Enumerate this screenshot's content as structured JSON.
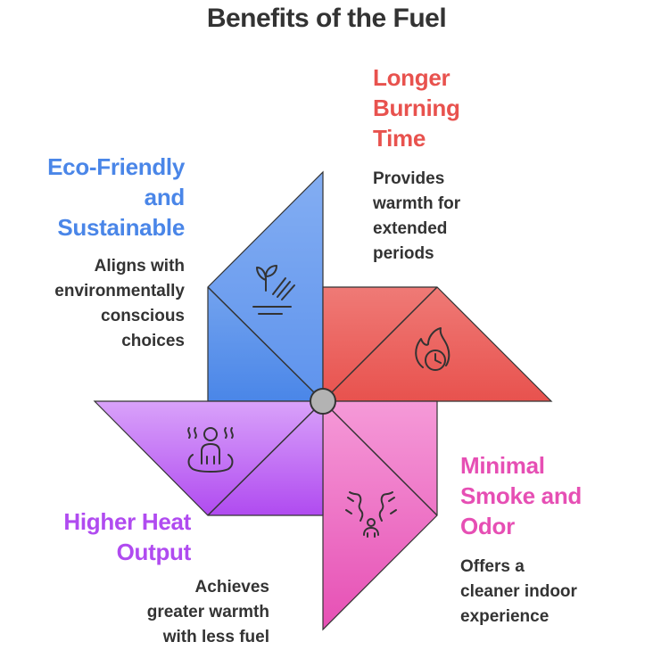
{
  "title": "Benefits of the Fuel",
  "colors": {
    "blue": "#4a86e8",
    "red": "#e8524e",
    "pink": "#e64fb4",
    "purple": "#b04bf0",
    "hub": "#b3b3b3",
    "text": "#333333"
  },
  "benefits": [
    {
      "heading": "Eco-Friendly\nand\nSustainable",
      "description": "Aligns with\nenvironmentally\nconscious\nchoices",
      "icon": "plant-hand-icon"
    },
    {
      "heading": "Longer\nBurning\nTime",
      "description": "Provides\nwarmth for\nextended\nperiods",
      "icon": "flame-clock-icon"
    },
    {
      "heading": "Minimal\nSmoke and\nOdor",
      "description": "Offers a\ncleaner indoor\nexperience",
      "icon": "smoke-person-icon"
    },
    {
      "heading": "Higher Heat\nOutput",
      "description": "Achieves\ngreater warmth\nwith less fuel",
      "icon": "person-heat-icon"
    }
  ]
}
